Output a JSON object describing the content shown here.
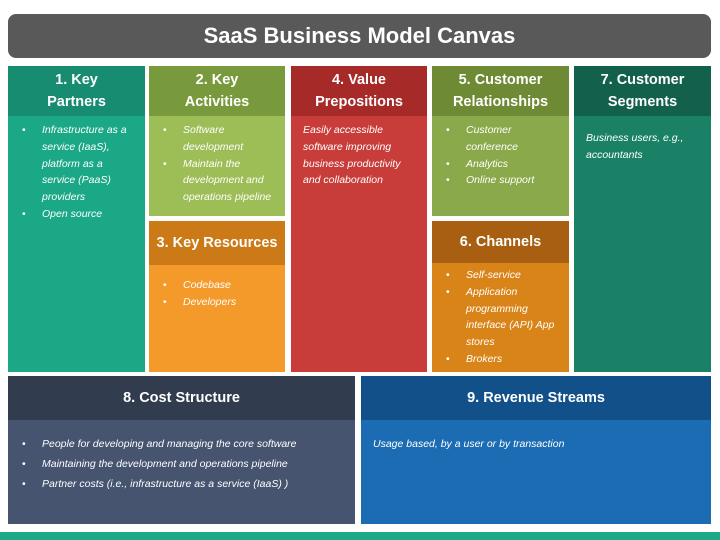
{
  "title": "SaaS Business Model Canvas",
  "blocks": {
    "key_partners": {
      "title_line1": "1. Key",
      "title_line2": "Partners",
      "items": [
        "Infrastructure as a service (IaaS), platform as a service (PaaS) providers",
        "Open source"
      ]
    },
    "key_activities": {
      "title_line1": "2. Key",
      "title_line2": "Activities",
      "items": [
        "Software development",
        "Maintain the development and operations pipeline"
      ]
    },
    "key_resources": {
      "title": "3. Key Resources",
      "items": [
        "Codebase",
        "Developers"
      ]
    },
    "value_propositions": {
      "title_line1": "4. Value",
      "title_line2": "Prepositions",
      "text": "Easily accessible software improving business productivity and collaboration"
    },
    "customer_relationships": {
      "title_line1": "5. Customer",
      "title_line2": "Relationships",
      "items": [
        "Customer conference",
        "Analytics",
        "Online support"
      ]
    },
    "channels": {
      "title": "6. Channels",
      "items": [
        "Self-service",
        "Application programming interface (API) App stores",
        "Brokers"
      ]
    },
    "customer_segments": {
      "title_line1": "7. Customer",
      "title_line2": "Segments",
      "text": "Business users, e.g., accountants"
    },
    "cost_structure": {
      "title": "8. Cost Structure",
      "items": [
        "People for developing and managing the core software",
        "Maintaining the development and operations pipeline",
        "Partner costs (i.e., infrastructure as a service (IaaS) )"
      ]
    },
    "revenue_streams": {
      "title": "9. Revenue Streams",
      "text": "Usage based, by a user or by transaction"
    }
  },
  "colors": {
    "title_bar": "#595959",
    "key_partners": "#1ba887",
    "key_activities": "#8db34a",
    "key_resources": "#f39a2b",
    "value_propositions": "#c23a37",
    "customer_relationships": "#8aa94a",
    "channels": "#d47f14",
    "customer_segments": "#1a8166",
    "cost_structure": "#3e4c62",
    "revenue_streams": "#1b6cb3"
  }
}
